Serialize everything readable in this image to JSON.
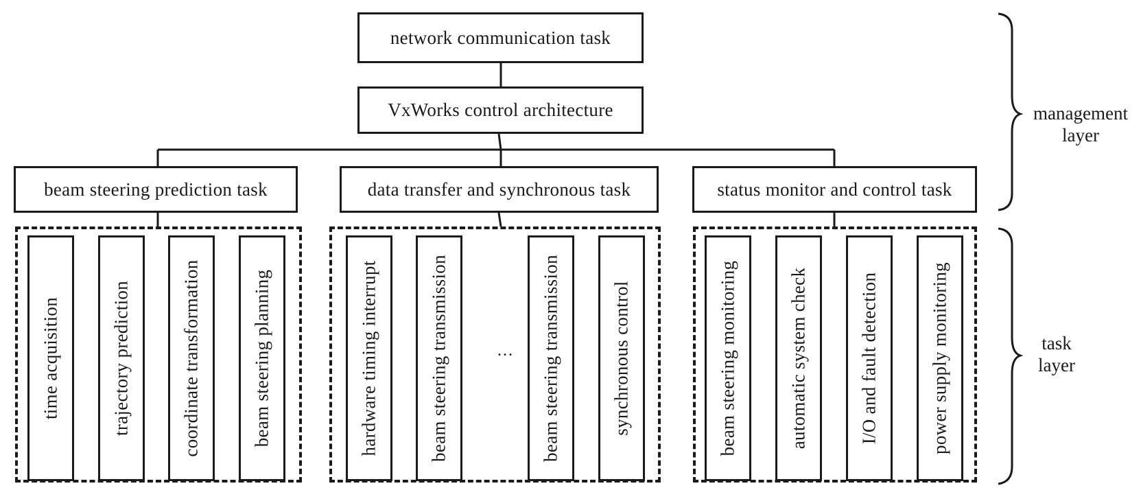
{
  "management": {
    "network_task": "network communication task",
    "vxworks": "VxWorks control architecture",
    "beam_pred_task": "beam steering prediction task",
    "data_transfer_task": "data transfer and synchronous task",
    "status_task": "status monitor and control task"
  },
  "groups": {
    "beam_prediction": [
      "time acquisition",
      "trajectory prediction",
      "coordinate transformation",
      "beam steering planning"
    ],
    "data_transfer": [
      "hardware timing interrupt",
      "beam steering transmission",
      "beam steering transmission",
      "synchronous control"
    ],
    "data_transfer_ellipsis": "…",
    "status_monitor": [
      "beam steering monitoring",
      "automatic system check",
      "I/O and fault detection",
      "power supply monitoring"
    ]
  },
  "layers": {
    "management": "management\nlayer",
    "task": "task\nlayer"
  }
}
